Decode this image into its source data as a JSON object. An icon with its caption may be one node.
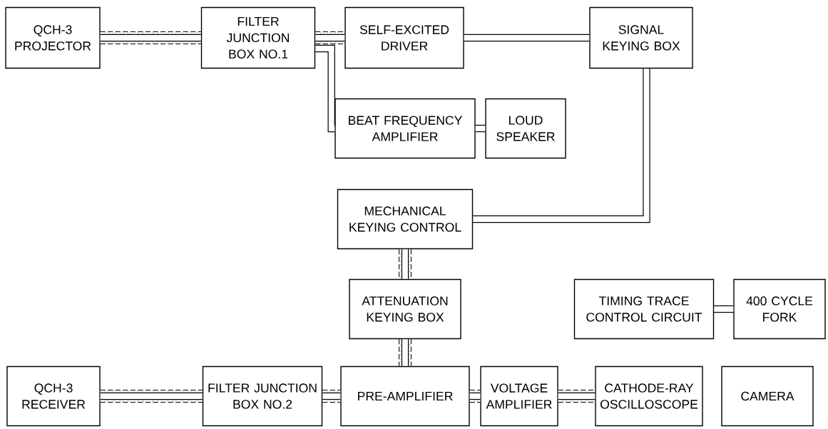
{
  "diagram": {
    "nodes": [
      {
        "text": [
          "QCH-3 PROJECTOR"
        ]
      },
      {
        "text": [
          "FILTER JUNCTION BOX NO.1"
        ]
      },
      {
        "text": [
          "SELF-EXCITED DRIVER"
        ]
      },
      {
        "text": [
          "SIGNAL KEYING BOX"
        ]
      },
      {
        "text": [
          "BEAT FREQUENCY AMPLIFIER"
        ]
      },
      {
        "text": [
          "LOUD SPEAKER"
        ]
      },
      {
        "text": [
          "MECHANICAL KEYING CONTROL"
        ]
      },
      {
        "text": [
          "ATTENUATION KEYING BOX"
        ]
      },
      {
        "text": [
          "TIMING TRACE CONTROL CIRCUIT"
        ]
      },
      {
        "text": [
          "400 CYCLE FORK"
        ]
      },
      {
        "text": [
          "QCH-3 RECEIVER"
        ]
      },
      {
        "text": [
          "FILTER JUNCTION BOX NO.2"
        ]
      },
      {
        "text": [
          "PRE-AMPLIFIER"
        ]
      },
      {
        "text": [
          "VOLTAGE AMPLIFIER"
        ]
      },
      {
        "text": [
          "CATHODE-RAY OSCILLOSCOPE"
        ]
      },
      {
        "text": [
          "CAMERA"
        ]
      }
    ],
    "edges": [
      {
        "from": 0,
        "to": 1,
        "arrow": "none",
        "style": "dashed"
      },
      {
        "from": 1,
        "to": 2,
        "arrow": "none",
        "style": "dashed"
      },
      {
        "from": 2,
        "to": 3,
        "arrow": "none"
      },
      {
        "from": 1,
        "to": 4,
        "arrow": "none"
      },
      {
        "from": 4,
        "to": 5,
        "arrow": "none"
      },
      {
        "from": 3,
        "to": 6,
        "arrow": "none"
      },
      {
        "from": 6,
        "to": 7,
        "arrow": "none",
        "style": "dashed"
      },
      {
        "from": 7,
        "to": 12,
        "arrow": "none",
        "style": "dashed"
      },
      {
        "from": 8,
        "to": 9,
        "arrow": "none"
      },
      {
        "from": 10,
        "to": 11,
        "arrow": "none",
        "style": "dashed"
      },
      {
        "from": 11,
        "to": 12,
        "arrow": "none",
        "style": "dashed"
      },
      {
        "from": 12,
        "to": 13,
        "arrow": "none",
        "style": "dashed"
      },
      {
        "from": 13,
        "to": 14,
        "arrow": "none",
        "style": "dashed"
      }
    ]
  }
}
